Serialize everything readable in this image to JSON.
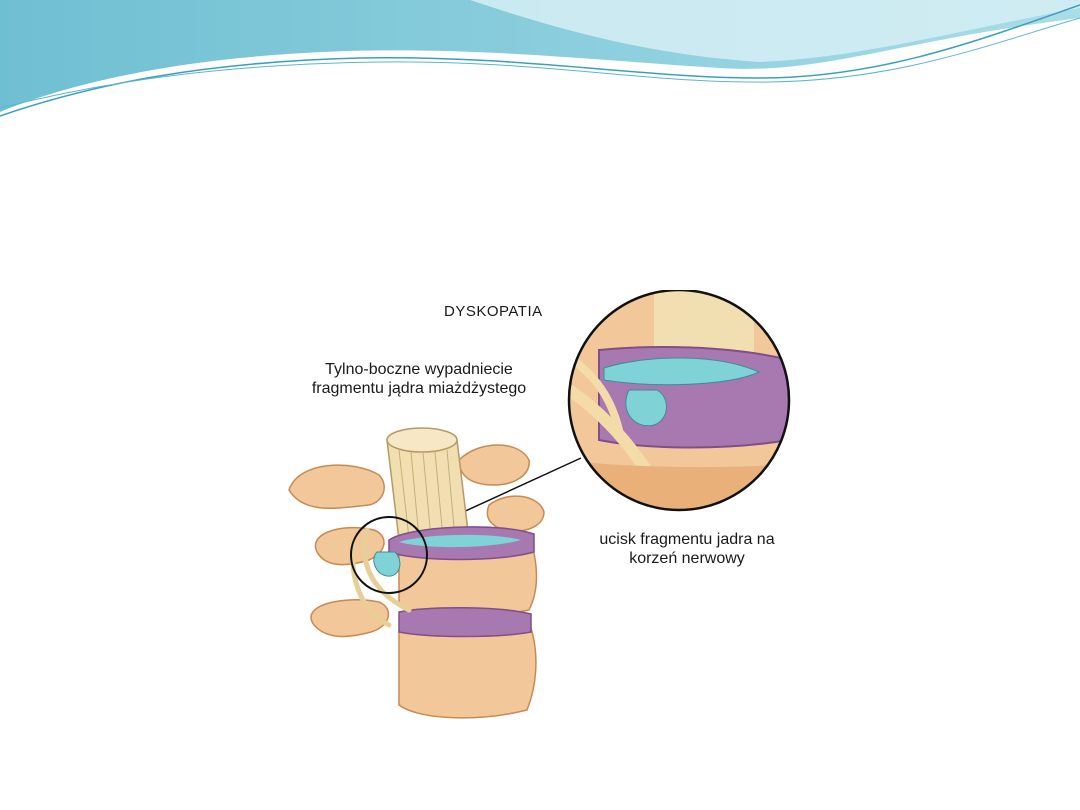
{
  "figure": {
    "title": "DYSKOPATIA",
    "label_top_line1": "Tylno-boczne wypadniecie",
    "label_top_line2": "fragmentu jądra miażdżystego",
    "label_right_line1": "ucisk fragmentu jadra na",
    "label_right_line2": "korzeń nerwowy"
  },
  "colors": {
    "header_wave": "#7cc6d6",
    "header_wave_light": "#b9e3ec",
    "bone": "#f2c79a",
    "bone_shade": "#d9995e",
    "disc": "#a878b0",
    "nucleus": "#7fd3d6",
    "spinal_cord": "#f1dfb2",
    "nerve": "#f3dca8"
  }
}
